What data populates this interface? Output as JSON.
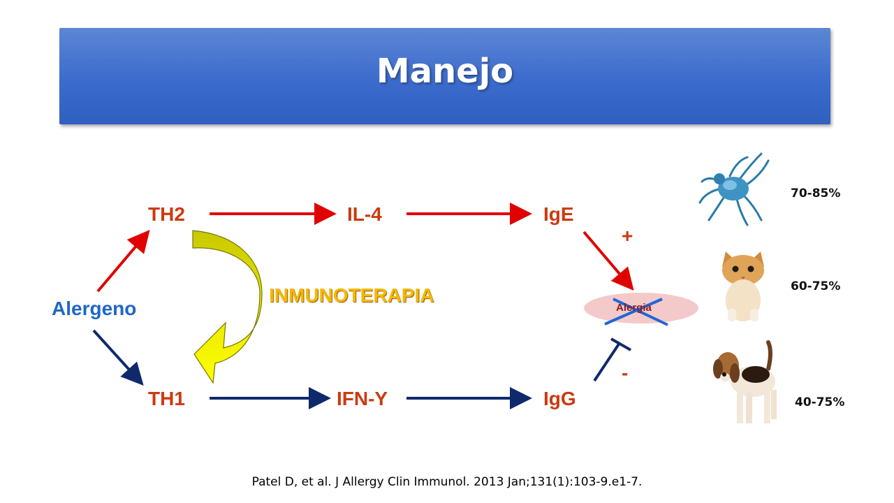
{
  "title": "Manejo",
  "nodes": {
    "th2": "TH2",
    "il4": "IL-4",
    "ige": "IgE",
    "alergeno": "Alergeno",
    "th1": "TH1",
    "ifn": "IFN-Y",
    "igg": "IgG",
    "alergia": "Alergia",
    "inmunoterapia": "INMUNOTERAPIA",
    "plus": "+",
    "minus": "-"
  },
  "allergens": [
    {
      "icon": "dust-mite-icon",
      "percent": "70-85%"
    },
    {
      "icon": "cat-icon",
      "percent": "60-75%"
    },
    {
      "icon": "dog-icon",
      "percent": "40-75%"
    }
  ],
  "citation": "Patel D, et al. J Allergy Clin Immunol. 2013 Jan;131(1):103-9.e1-7.",
  "colors": {
    "banner": "#3b6bcc",
    "red_arrow": "#e00000",
    "blue_arrow": "#0f2a6b",
    "orange_text": "#cc3a10",
    "blue_text": "#1f66c9",
    "curved_arrow": "#ffff00"
  }
}
